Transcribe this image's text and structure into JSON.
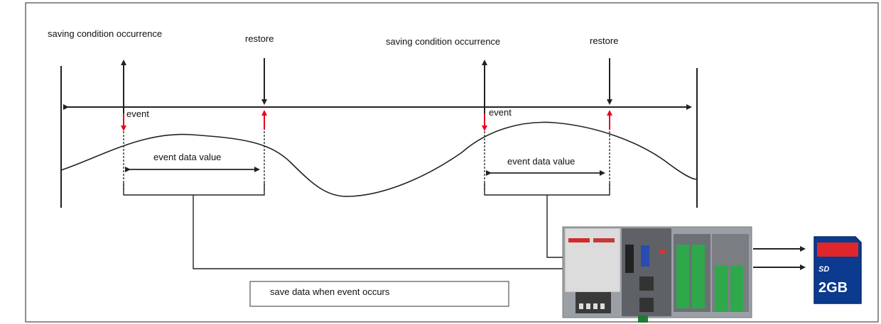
{
  "labels": {
    "saving_condition_1": "saving condition occurrence",
    "restore_1": "restore",
    "saving_condition_2": "saving condition occurrence",
    "restore_2": "restore",
    "event_1": "event",
    "event_2": "event",
    "event_data_value_1": "event data value",
    "event_data_value_2": "event data value",
    "save_data": "save data when event occurs"
  },
  "sd_card": {
    "brand": "SD",
    "capacity": "2GB"
  },
  "colors": {
    "line": "#222222",
    "event_arrow": "#e8001c",
    "sd_blue": "#0b3a8e",
    "sd_red": "#e0262a"
  }
}
